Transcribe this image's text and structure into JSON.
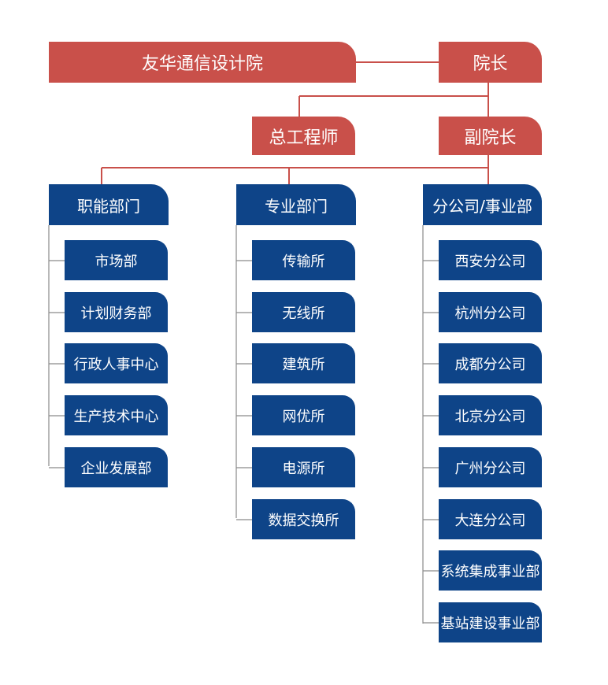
{
  "org_name": "友华通信设计院",
  "president": "院长",
  "chief_engineer": "总工程师",
  "vice_president": "副院长",
  "departments": [
    {
      "title": "职能部门",
      "units": [
        "市场部",
        "计划财务部",
        "行政人事中心",
        "生产技术中心",
        "企业发展部"
      ]
    },
    {
      "title": "专业部门",
      "units": [
        "传输所",
        "无线所",
        "建筑所",
        "网优所",
        "电源所",
        "数据交换所"
      ]
    },
    {
      "title": "分公司/事业部",
      "units": [
        "西安分公司",
        "杭州分公司",
        "成都分公司",
        "北京分公司",
        "广州分公司",
        "大连分公司",
        "系统集成事业部",
        "基站建设事业部"
      ]
    }
  ],
  "colors": {
    "leadership": "#c9504a",
    "departments": "#0e4488",
    "red_line": "#c9504a",
    "tree_line": "#8a8a8a"
  }
}
